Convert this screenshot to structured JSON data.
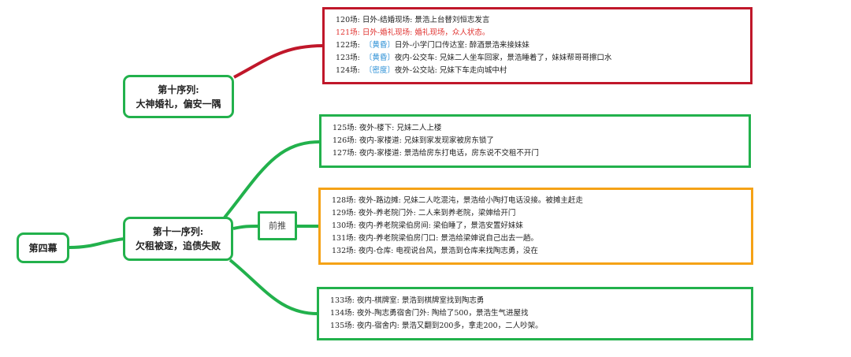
{
  "colors": {
    "green": "#22b14c",
    "red": "#c0172a",
    "orange": "#f5a216",
    "highlight_text": "#e0322f",
    "tag_text": "#2a8fd6"
  },
  "root": {
    "label": "第四幕"
  },
  "sequences": [
    {
      "title": "第十序列:",
      "subtitle": "大神婚礼，偏安一隅",
      "groups": [
        {
          "border_color": "red",
          "scenes": [
            {
              "num": "120场:",
              "tag": "",
              "location": "日外-结婚现场:",
              "desc": "景浩上台替刘恒志发言",
              "highlight": false
            },
            {
              "num": "121场:",
              "tag": "",
              "location": "日外-婚礼现场:",
              "desc": "婚礼现场，众人状态。",
              "highlight": true
            },
            {
              "num": "122场:",
              "tag": "〔黄昏〕",
              "location": "日外-小学门口传达室:",
              "desc": "醉酒景浩来接妹妹",
              "highlight": false
            },
            {
              "num": "123场:",
              "tag": "〔黄昏〕",
              "location": "夜内-公交车:",
              "desc": "兄妹二人坐车回家，景浩睡着了，妹妹帮哥哥擦口水",
              "highlight": false
            },
            {
              "num": "124场:",
              "tag": "〔密度〕",
              "location": "夜外-公交站:",
              "desc": "兄妹下车走向城中村",
              "highlight": false
            }
          ]
        }
      ]
    },
    {
      "title": "第十一序列:",
      "subtitle": "欠租被逐，追债失败",
      "intermediate_node": "前推",
      "groups": [
        {
          "border_color": "green",
          "scenes": [
            {
              "num": "125场:",
              "tag": "",
              "location": "夜外-楼下:",
              "desc": "兄妹二人上楼",
              "highlight": false
            },
            {
              "num": "126场:",
              "tag": "",
              "location": "夜内-家楼道:",
              "desc": "兄妹到家发现家被房东锁了",
              "highlight": false
            },
            {
              "num": "127场:",
              "tag": "",
              "location": "夜内-家楼道:",
              "desc": "景浩给房东打电话，房东说不交租不开门",
              "highlight": false
            }
          ]
        },
        {
          "border_color": "orange",
          "scenes": [
            {
              "num": "128场:",
              "tag": "",
              "location": "夜外-路边摊:",
              "desc": "兄妹二人吃混沌，景浩给小陶打电话没接。被摊主赶走",
              "highlight": false
            },
            {
              "num": "129场:",
              "tag": "",
              "location": "夜外-养老院门外:",
              "desc": "二人来到养老院，梁婶给开门",
              "highlight": false
            },
            {
              "num": "130场:",
              "tag": "",
              "location": "夜内-养老院梁伯房间:",
              "desc": "梁伯睡了，景浩安置好妹妹",
              "highlight": false
            },
            {
              "num": "131场:",
              "tag": "",
              "location": "夜内-养老院梁伯房门口:",
              "desc": "景浩给梁婶说自己出去一趟。",
              "highlight": false
            },
            {
              "num": "132场:",
              "tag": "",
              "location": "夜内-仓库:",
              "desc": "电视说台风，景浩到仓库来找陶志勇，没在",
              "highlight": false
            }
          ]
        },
        {
          "border_color": "green",
          "scenes": [
            {
              "num": "133场:",
              "tag": "",
              "location": "夜内-棋牌室:",
              "desc": "景浩到棋牌室找到陶志勇",
              "highlight": false
            },
            {
              "num": "134场:",
              "tag": "",
              "location": "夜外-陶志勇宿舍门外:",
              "desc": "陶给了500，景浩生气进屋找",
              "highlight": false
            },
            {
              "num": "135场:",
              "tag": "",
              "location": "夜内-宿舍内:",
              "desc": "景浩又翻到200多，拿走200，二人吵架。",
              "highlight": false
            }
          ]
        }
      ]
    }
  ]
}
